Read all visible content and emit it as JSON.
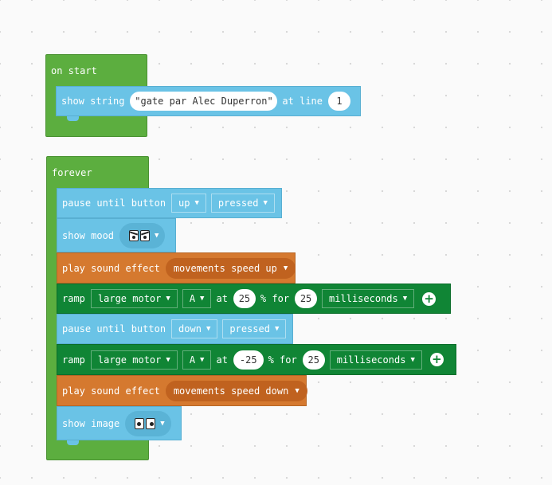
{
  "on_start": {
    "hat_label": "on start",
    "show_string": {
      "label": "show string",
      "value": "gate par Alec Duperron",
      "at_line_label": "at line",
      "line": "1"
    }
  },
  "forever": {
    "hat_label": "forever",
    "pause1": {
      "label": "pause until button",
      "button": "up",
      "state": "pressed"
    },
    "show_mood": {
      "label": "show mood",
      "mood_icon": "angry-eyes-icon"
    },
    "sound1": {
      "label": "play sound effect",
      "effect": "movements speed up"
    },
    "ramp1": {
      "label": "ramp",
      "motor": "large motor",
      "port": "A",
      "at_label": "at",
      "speed": "25",
      "pct_label": "% for",
      "duration": "25",
      "unit": "milliseconds"
    },
    "pause2": {
      "label": "pause until button",
      "button": "down",
      "state": "pressed"
    },
    "ramp2": {
      "label": "ramp",
      "motor": "large motor",
      "port": "A",
      "at_label": "at",
      "speed": "-25",
      "pct_label": "% for",
      "duration": "25",
      "unit": "milliseconds"
    },
    "sound2": {
      "label": "play sound effect",
      "effect": "movements speed down"
    },
    "show_image": {
      "label": "show image",
      "image_icon": "neutral-eyes-icon"
    }
  },
  "colors": {
    "loops_green": "#5cae3f",
    "brick_blue": "#6ac3e6",
    "sound_orange": "#d5792f",
    "motor_green": "#108535"
  }
}
